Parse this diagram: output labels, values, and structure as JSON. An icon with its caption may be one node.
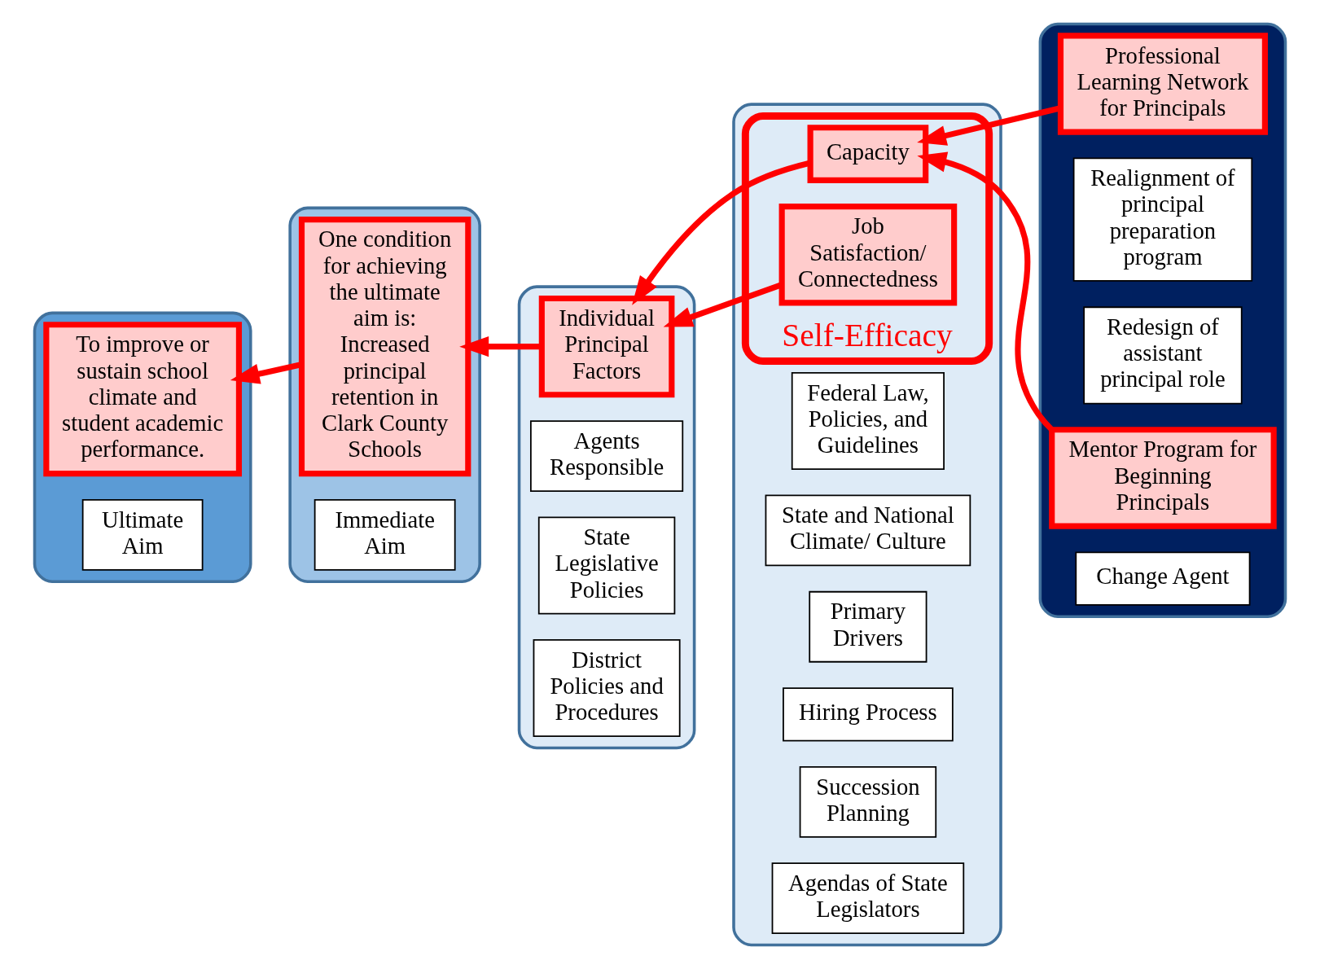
{
  "diagram": {
    "nodes": [
      {
        "text": [],
        "shape": "band"
      },
      {
        "text": [
          "Ultimate Aim"
        ],
        "in": 0
      },
      {
        "text": [
          "To improve or sustain school climate and student academic performance."
        ],
        "in": 0
      },
      {
        "text": [],
        "shape": "band"
      },
      {
        "text": [
          "Immediate Aim"
        ],
        "in": 3
      },
      {
        "text": [
          "One condition for achieving the ultimate aim is: Increased principal retention in Clark County Schools"
        ],
        "in": 3
      },
      {
        "text": [],
        "shape": "band"
      },
      {
        "text": [
          "Agents Responsible"
        ],
        "in": 6
      },
      {
        "text": [
          "Individual Principal Factors"
        ],
        "in": 6
      },
      {
        "text": [
          "District Policies and Procedures"
        ],
        "in": 6
      },
      {
        "text": [
          "State Legislative Policies"
        ],
        "in": 6
      },
      {
        "text": [],
        "shape": "band"
      },
      {
        "text": [
          "Primary Drivers"
        ],
        "in": 11
      },
      {
        "text": [
          "Self-Efficacy"
        ],
        "in": 11
      },
      {
        "text": [
          "Job Satisfaction/ Connectedness"
        ],
        "in": 13
      },
      {
        "text": [
          "Capacity"
        ],
        "in": 13
      },
      {
        "text": [
          "Hiring Process"
        ],
        "in": 11
      },
      {
        "text": [
          "Succession Planning"
        ],
        "in": 11
      },
      {
        "text": [
          "Agendas of State Legislators"
        ],
        "in": 11
      },
      {
        "text": [
          "Federal Law, Policies, and Guidelines"
        ],
        "in": 11
      },
      {
        "text": [
          "State and National Climate/ Culture"
        ],
        "in": 11
      },
      {
        "text": [],
        "shape": "band"
      },
      {
        "text": [
          "Change Agent"
        ],
        "in": 21
      },
      {
        "text": [
          "Realignment of principal preparation program"
        ],
        "in": 21
      },
      {
        "text": [
          "Redesign of assistant principal role"
        ],
        "in": 21
      },
      {
        "text": [
          "Mentor Program for Beginning Principals"
        ],
        "in": 21
      },
      {
        "text": [
          "Professional Learning Network for Principals"
        ],
        "in": 21
      }
    ],
    "edges": [
      {
        "from": 14,
        "to": 8,
        "arrow": "to"
      },
      {
        "from": 15,
        "to": 8,
        "arrow": "to"
      },
      {
        "from": 8,
        "to": 5,
        "arrow": "to"
      },
      {
        "from": 5,
        "to": 2,
        "arrow": "to"
      },
      {
        "from": 25,
        "to": 15,
        "arrow": "to"
      },
      {
        "from": 26,
        "to": 15,
        "arrow": "to"
      }
    ]
  }
}
